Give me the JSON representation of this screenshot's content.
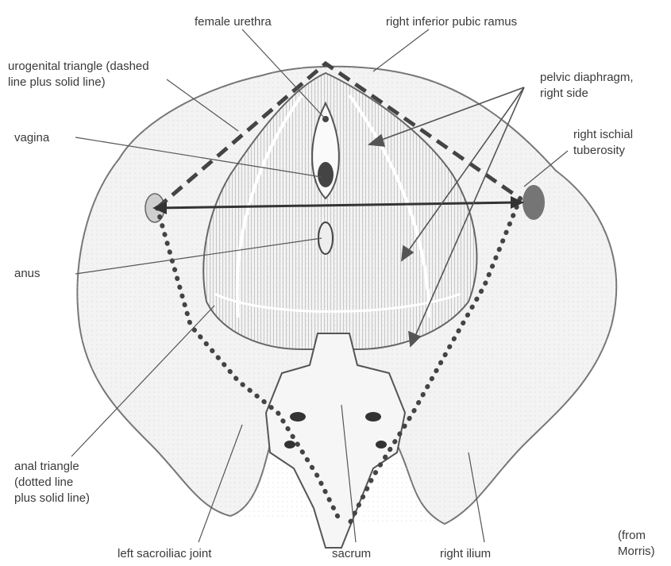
{
  "labels": {
    "female_urethra": "female urethra",
    "right_inferior_pubic_ramus": "right inferior pubic ramus",
    "urogenital_triangle": [
      "urogenital triangle (dashed",
      "line plus solid line)"
    ],
    "pelvic_diaphragm": [
      "pelvic diaphragm,",
      "right side"
    ],
    "right_ischial_tuberosity": [
      "right ischial",
      "tuberosity"
    ],
    "vagina": "vagina",
    "anus": "anus",
    "anal_triangle": [
      "anal triangle",
      "(dotted line",
      "plus solid line)"
    ],
    "left_sacroiliac_joint": "left sacroiliac joint",
    "sacrum": "sacrum",
    "right_ilium": "right ilium",
    "credit": [
      "(from",
      "Morris)"
    ]
  },
  "colors": {
    "ink": "#3a3a3a",
    "bone_fill": "#f4f4f4",
    "bone_edge": "#777777",
    "muscle_stroke": "#8a8a8a",
    "triangle_line": "#444444"
  }
}
